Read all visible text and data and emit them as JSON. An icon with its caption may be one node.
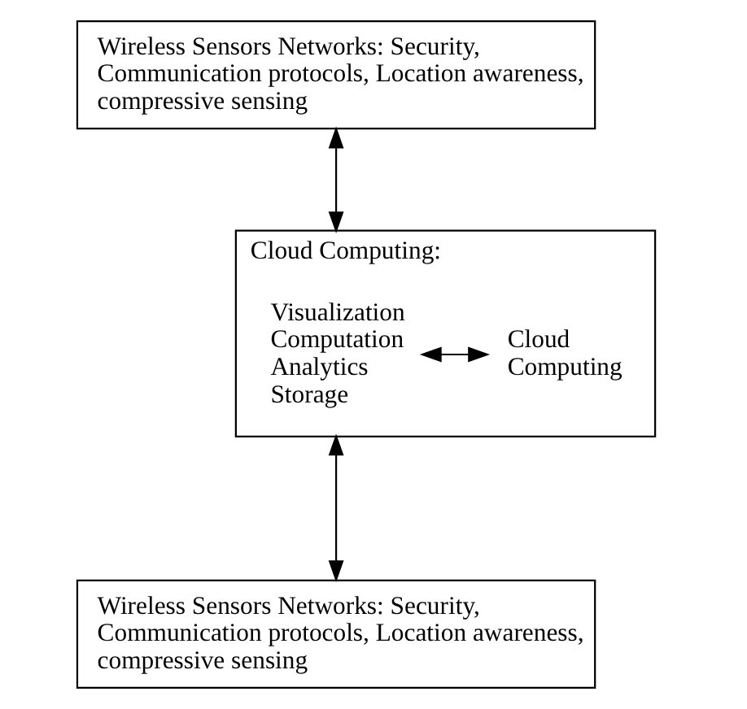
{
  "diagram": {
    "nodes": [
      {
        "text": [
          "Wireless Sensors Networks: Security, Communication protocols, Location awareness, compressive sensing"
        ]
      },
      {
        "text": [
          "Cloud Computing:"
        ]
      },
      {
        "text": [
          "Visualization Computation Analytics Storage"
        ],
        "in": 1
      },
      {
        "text": [
          "Cloud Computing"
        ],
        "in": 1
      },
      {
        "text": [
          "Wireless Sensors Networks: Security, Communication protocols, Location awareness, compressive sensing"
        ]
      }
    ],
    "edges": [
      {
        "from": 0,
        "to": 1,
        "arrow": "both"
      },
      {
        "from": 1,
        "to": 4,
        "arrow": "both"
      },
      {
        "from": 2,
        "to": 3,
        "arrow": "both"
      }
    ]
  }
}
